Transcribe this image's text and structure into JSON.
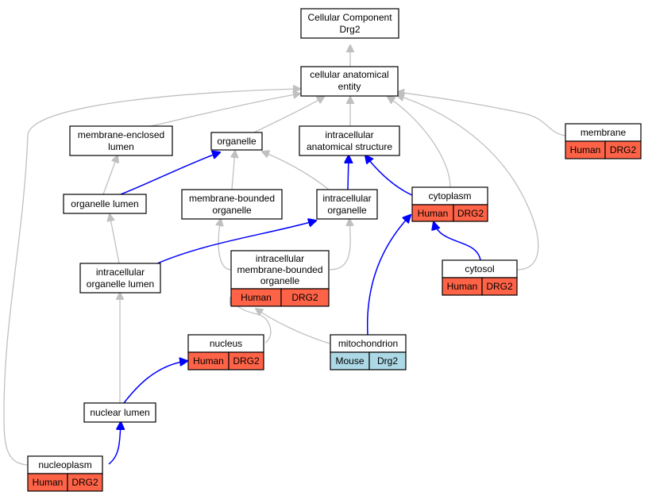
{
  "colors": {
    "human": "#ff6347",
    "mouse": "#add8e6",
    "is_a_edge": "#c0c0c0",
    "part_of_edge": "#0000ff"
  },
  "nodes": {
    "root": [
      "Cellular Component",
      "Drg2"
    ],
    "cae": [
      "cellular anatomical",
      "entity"
    ],
    "mel": [
      "membrane-enclosed",
      "lumen"
    ],
    "organelle": [
      "organelle"
    ],
    "ias": [
      "intracellular",
      "anatomical structure"
    ],
    "membrane": [
      "membrane"
    ],
    "ol": [
      "organelle lumen"
    ],
    "mbo": [
      "membrane-bounded",
      "organelle"
    ],
    "io": [
      "intracellular",
      "organelle"
    ],
    "cytoplasm": [
      "cytoplasm"
    ],
    "iol": [
      "intracellular",
      "organelle lumen"
    ],
    "imbo": [
      "intracellular",
      "membrane-bounded",
      "organelle"
    ],
    "cytosol": [
      "cytosol"
    ],
    "nucleus": [
      "nucleus"
    ],
    "mito": [
      "mitochondrion"
    ],
    "nl": [
      "nuclear lumen"
    ],
    "nucleoplasm": [
      "nucleoplasm"
    ]
  },
  "annotations": {
    "membrane": [
      "Human",
      "DRG2"
    ],
    "cytoplasm": [
      "Human",
      "DRG2"
    ],
    "imbo": [
      "Human",
      "DRG2"
    ],
    "cytosol": [
      "Human",
      "DRG2"
    ],
    "nucleus": [
      "Human",
      "DRG2"
    ],
    "mito": [
      "Mouse",
      "Drg2"
    ],
    "nucleoplasm": [
      "Human",
      "DRG2"
    ]
  }
}
